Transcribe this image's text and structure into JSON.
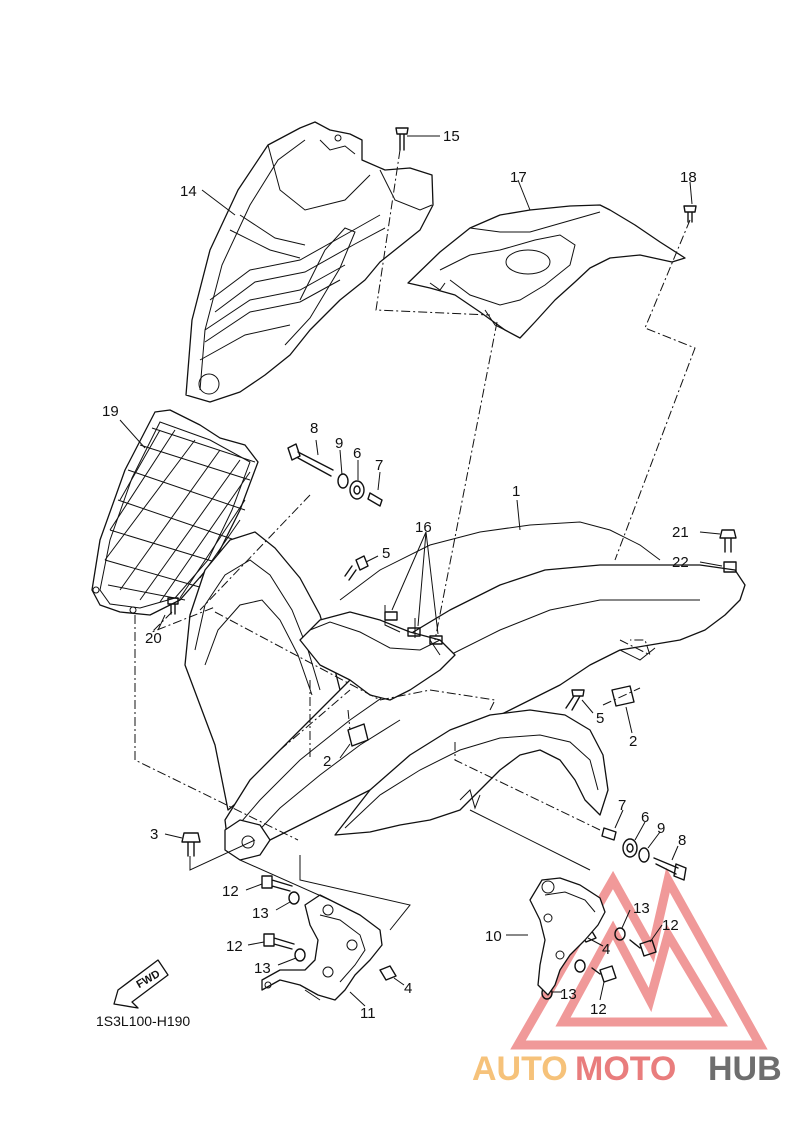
{
  "diagram": {
    "code": "1S3L100-H190",
    "direction_label": "FWD",
    "callouts": {
      "c1": "1",
      "c2a": "2",
      "c2b": "2",
      "c3": "3",
      "c4a": "4",
      "c4b": "4",
      "c5a": "5",
      "c5b": "5",
      "c6a": "6",
      "c6b": "6",
      "c7a": "7",
      "c7b": "7",
      "c8a": "8",
      "c8b": "8",
      "c9a": "9",
      "c9b": "9",
      "c10": "10",
      "c11": "11",
      "c12a": "12",
      "c12b": "12",
      "c12c": "12",
      "c12d": "12",
      "c13a": "13",
      "c13b": "13",
      "c13c": "13",
      "c13d": "13",
      "c14": "14",
      "c15": "15",
      "c16": "16",
      "c17": "17",
      "c18": "18",
      "c19": "19",
      "c20": "20",
      "c21": "21",
      "c22": "22"
    }
  },
  "watermark": {
    "part1": "AUTO",
    "part2": "MOTO",
    "part3": "HUB",
    "colors": {
      "auto": "#f6c27a",
      "moto": "#e97d7d",
      "hub": "#6e6e6e",
      "triangle": "#e97d7d"
    }
  }
}
